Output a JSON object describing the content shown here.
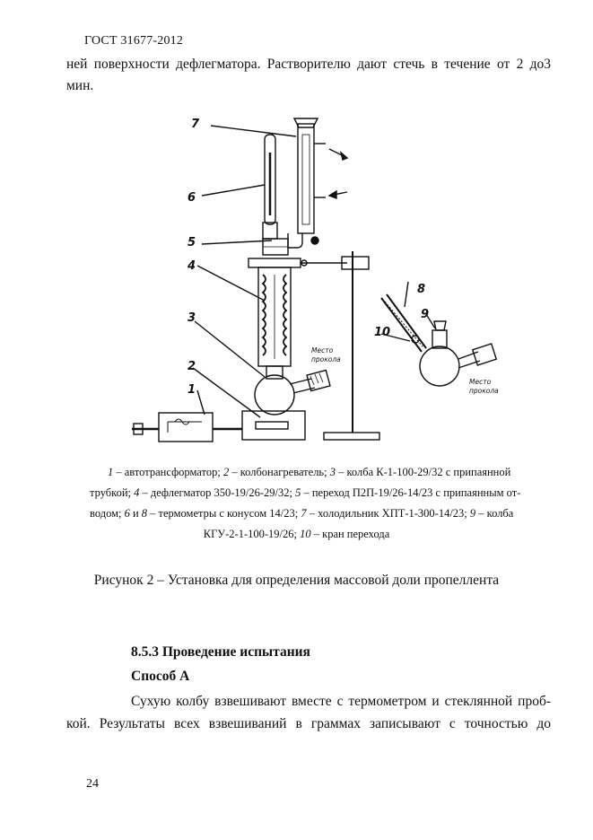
{
  "header": {
    "doc_code": "ГОСТ 31677-2012"
  },
  "intro": {
    "line1": "ней поверхности дефлегматора. Растворителю дают стечь в течение от 2 до3",
    "line2": "мин."
  },
  "figure": {
    "labels": [
      "1",
      "2",
      "3",
      "4",
      "5",
      "6",
      "7",
      "8",
      "9",
      "10"
    ],
    "puncture_word1": "Место",
    "puncture_word2": "прокола",
    "caption_lines": [
      [
        {
          "n": "1",
          "t": " – автотрансформатор; "
        },
        {
          "n": "2",
          "t": " – колбонагреватель; "
        },
        {
          "n": "3",
          "t": " – колба К-1-100-29/32 с припаянной"
        }
      ],
      [
        {
          "n": "",
          "t": "трубкой; "
        },
        {
          "n": "4",
          "t": " – дефлегматор 350-19/26-29/32; "
        },
        {
          "n": "5",
          "t": " – переход П2П-19/26-14/23 с припаянным от-"
        }
      ],
      [
        {
          "n": "",
          "t": "водом; "
        },
        {
          "n": "6",
          "t": " и "
        },
        {
          "n": "8",
          "t": " – термометры с конусом 14/23; "
        },
        {
          "n": "7",
          "t": " – холодильник ХПТ-1-300-14/23; "
        },
        {
          "n": "9",
          "t": " – колба"
        }
      ],
      [
        {
          "n": "",
          "t": "КГУ-2-1-100-19/26; "
        },
        {
          "n": "10",
          "t": " – кран перехода"
        }
      ]
    ],
    "title": "Рисунок 2 – Установка для определения массовой доли пропеллента"
  },
  "section": {
    "heading": "8.5.3 Проведение испытания",
    "subheading": "Способ А",
    "para_line1": "Сухую колбу взвешивают вместе с термометром и стеклянной проб-",
    "para_line2": "кой. Результаты всех взвешиваний в граммах записывают с точностью до"
  },
  "page_number": "24"
}
